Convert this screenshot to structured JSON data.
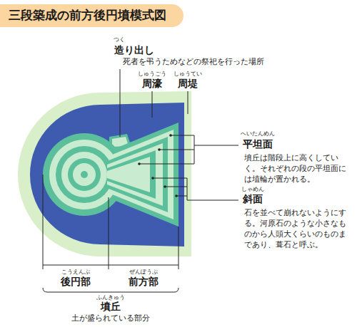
{
  "diagram": {
    "title": "三段築成の前方後円墳模式図",
    "labels": [
      "つく",
      "造り出し",
      "死者を弔うためなどの祭祀を行った場所",
      "しゅうごう",
      "周濠",
      "しゅうてい",
      "周堤",
      "へいたんめん",
      "平坦面",
      "墳丘は階段上に高くしていく。それぞれの段の平坦面には埴輪が置かれる。",
      "しゃめん",
      "斜面",
      "石を並べて崩れないようにする。河原石のような小さなものから人頭大くらいのものまであり、葺石と呼ぶ。",
      "こうえんぶ",
      "後円部",
      "ぜんぽうぶ",
      "前方部",
      "ふんきゅう",
      "墳丘",
      "土が盛られている部分"
    ]
  }
}
